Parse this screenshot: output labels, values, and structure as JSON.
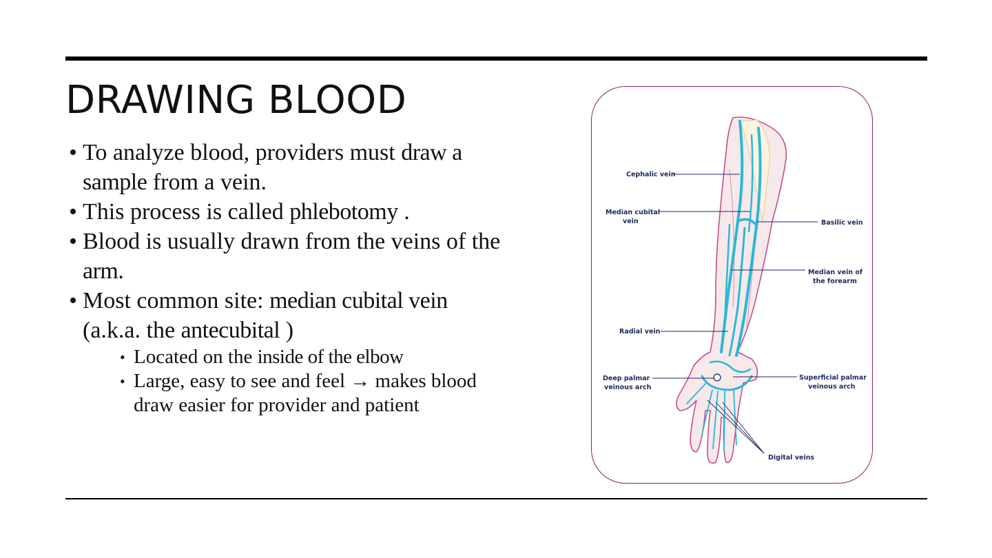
{
  "slide": {
    "title": "DRAWING BLOOD",
    "bullets": [
      {
        "text1": "To analyze blood, providers must ",
        "bold": "draw a sample",
        "text2": "  from a vein."
      },
      {
        "text1": "This process is called ",
        "bold": "phlebotomy",
        "text2": " ."
      },
      {
        "text1": "Blood is usually drawn from the veins of the ",
        "bold": "arm",
        "text2": "."
      },
      {
        "text1": "Most common site: ",
        "bold": "median cubital vein",
        "text2": "  (a.k.a. the ",
        "bold2": "antecubital",
        "text3": " )"
      }
    ],
    "sub_bullets": [
      {
        "text1": "Located on the ",
        "bold": "inside of the elbow"
      },
      {
        "text1": "Large, easy to see and feel → makes blood draw easier for provider and patient"
      }
    ]
  },
  "figure": {
    "labels": {
      "cephalic": "Cephalic vein",
      "median_cubital_1": "Median cubital",
      "median_cubital_2": "vein",
      "basilic": "Basilic vein",
      "median_forearm_1": "Median vein of",
      "median_forearm_2": "the forearm",
      "radial": "Radial vein",
      "deep_palmar_1": "Deep palmar",
      "deep_palmar_2": "veinous arch",
      "superficial_palmar_1": "Superficial palmar",
      "superficial_palmar_2": "veinous arch",
      "digital": "Digital veins"
    },
    "colors": {
      "vein": "#2ab8d6",
      "border": "#8a1f6a",
      "label": "#1d2a5e",
      "skin": "#f7e8ea"
    }
  }
}
